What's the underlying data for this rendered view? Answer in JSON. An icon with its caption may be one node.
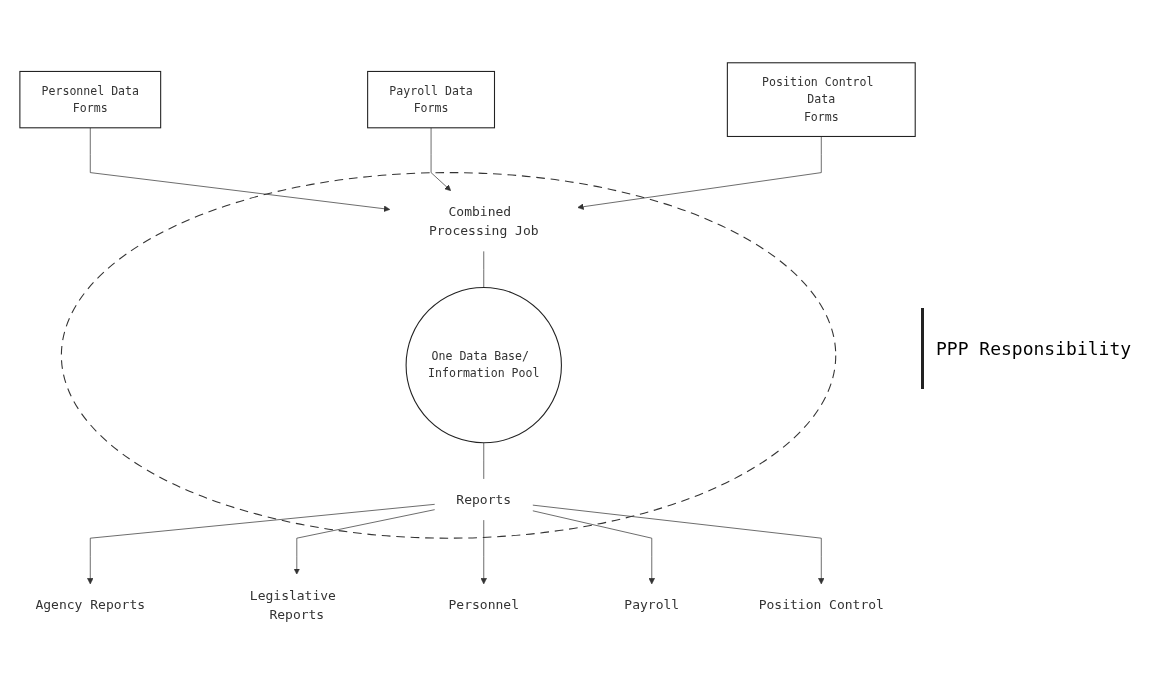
{
  "diagram": {
    "nodes": [
      {
        "text": [
          "Personnel Data",
          "Forms"
        ]
      },
      {
        "text": [
          "Payroll Data",
          "Forms"
        ]
      },
      {
        "text": [
          "Position Control Data",
          "Forms"
        ]
      },
      {
        "text": [],
        "shape": "circle"
      },
      {
        "text": [
          "Combined Processing Job"
        ],
        "in": 3
      },
      {
        "text": [
          "One Data Base/ Information Pool"
        ],
        "in": 3
      },
      {
        "text": [
          "Reports"
        ],
        "in": 3
      },
      {
        "text": [
          "Agency Reports"
        ]
      },
      {
        "text": [
          "Legislative Reports"
        ]
      },
      {
        "text": [
          "Personnel"
        ]
      },
      {
        "text": [
          "Payroll"
        ]
      },
      {
        "text": [
          "Position Control"
        ]
      }
    ],
    "edges": [
      {
        "from": 0,
        "to": 4,
        "arrow": "to"
      },
      {
        "from": 1,
        "to": 4,
        "arrow": "to"
      },
      {
        "from": 2,
        "to": 4,
        "arrow": "to"
      },
      {
        "from": 4,
        "to": 5,
        "arrow": "none"
      },
      {
        "from": 5,
        "to": 6,
        "arrow": "none"
      },
      {
        "from": 6,
        "to": 7,
        "arrow": "to"
      },
      {
        "from": 6,
        "to": 8,
        "arrow": "to"
      },
      {
        "from": 6,
        "to": 9,
        "arrow": "to"
      },
      {
        "from": 6,
        "to": 10,
        "arrow": "to"
      },
      {
        "from": 6,
        "to": 11,
        "arrow": "to"
      }
    ],
    "labels": [
      "PPP Responsibility"
    ]
  }
}
